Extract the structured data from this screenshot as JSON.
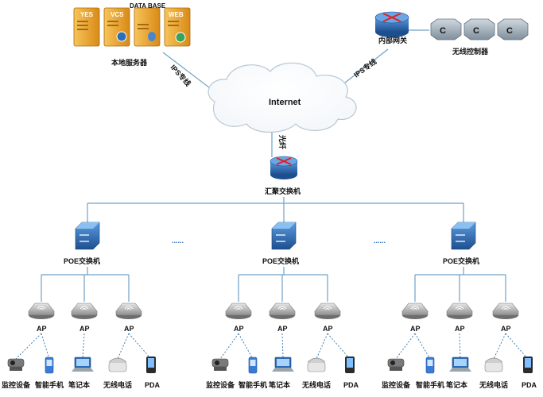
{
  "servers": {
    "items": [
      "YES",
      "VCS",
      "DATA BASE",
      "WEB"
    ],
    "caption": "本地服务器"
  },
  "internet": {
    "label": "Internet"
  },
  "links": {
    "left_ips": "IPS专线",
    "right_ips": "IPS专线",
    "fiber": "光纤"
  },
  "gateway": {
    "label": "内部网关"
  },
  "wireless_controller": {
    "label": "无线控制器"
  },
  "core_switch": {
    "label": "汇聚交换机"
  },
  "poe_switch": {
    "label": "POE交换机"
  },
  "ellipsis": "......",
  "ap": {
    "label": "AP"
  },
  "devices": [
    "监控设备",
    "智能手机",
    "笔记本",
    "无线电话",
    "PDA"
  ],
  "colors": {
    "server_orange": "#f0a830",
    "router_blue": "#2d6fb4",
    "cloud_fill": "#ffffff",
    "line_blue": "#6fa2c8",
    "controller_gray": "#8a9aa8"
  }
}
